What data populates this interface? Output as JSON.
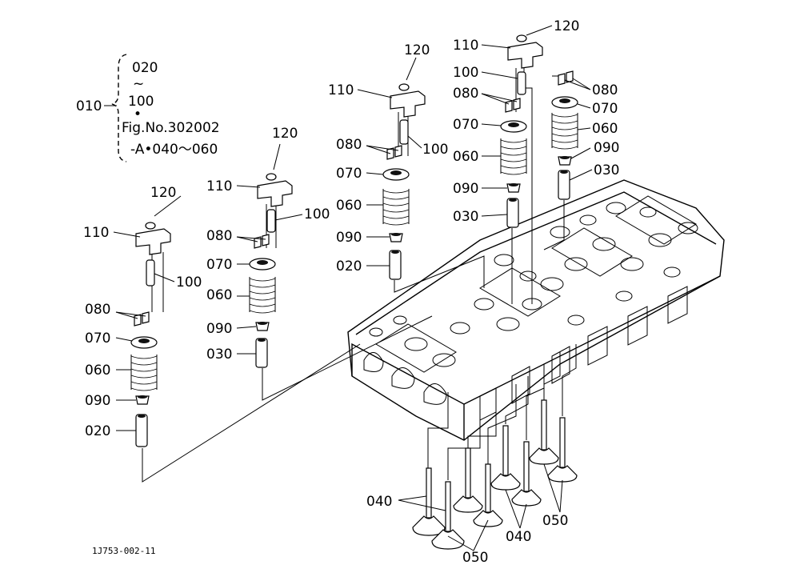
{
  "labels": {
    "p010": "010",
    "p020": "020",
    "p030": "030",
    "p040": "040",
    "p050": "050",
    "p060": "060",
    "p070": "070",
    "p080": "080",
    "p090": "090",
    "p100": "100",
    "p110": "110",
    "p120": "120"
  },
  "group_note": {
    "top": "020",
    "tilde": "~",
    "mid": "100",
    "dot": "•",
    "fig": "Fig.No.302002",
    "range": "-A•040～060"
  },
  "figure_code": "1J753-002-11"
}
